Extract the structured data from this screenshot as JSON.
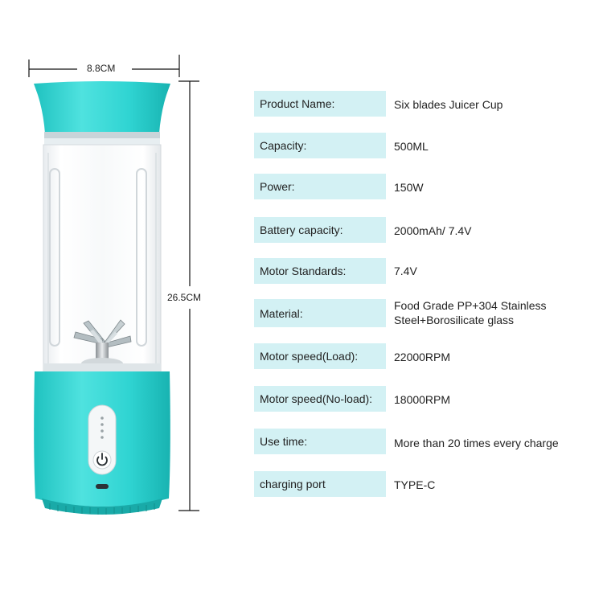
{
  "dimensions": {
    "width": "8.8CM",
    "height": "26.5CM"
  },
  "colors": {
    "accent": "#2fd4d2",
    "label_bg": "#d3f1f4"
  },
  "specs": [
    {
      "label": "Product Name:",
      "value": "Six blades Juicer Cup"
    },
    {
      "label": "Capacity:",
      "value": "500ML"
    },
    {
      "label": "Power:",
      "value": "150W"
    },
    {
      "label": "Battery capacity:",
      "value": "2000mAh/ 7.4V"
    },
    {
      "label": "Motor Standards:",
      "value": "7.4V"
    },
    {
      "label": "Material:",
      "value": "Food Grade PP+304 Stainless Steel+Borosilicate glass"
    },
    {
      "label": "Motor speed(Load):",
      "value": "22000RPM"
    },
    {
      "label": "Motor speed(No-load):",
      "value": "18000RPM"
    },
    {
      "label": "Use time:",
      "value": "More than 20 times every charge"
    },
    {
      "label": "charging port",
      "value": "TYPE-C"
    }
  ]
}
